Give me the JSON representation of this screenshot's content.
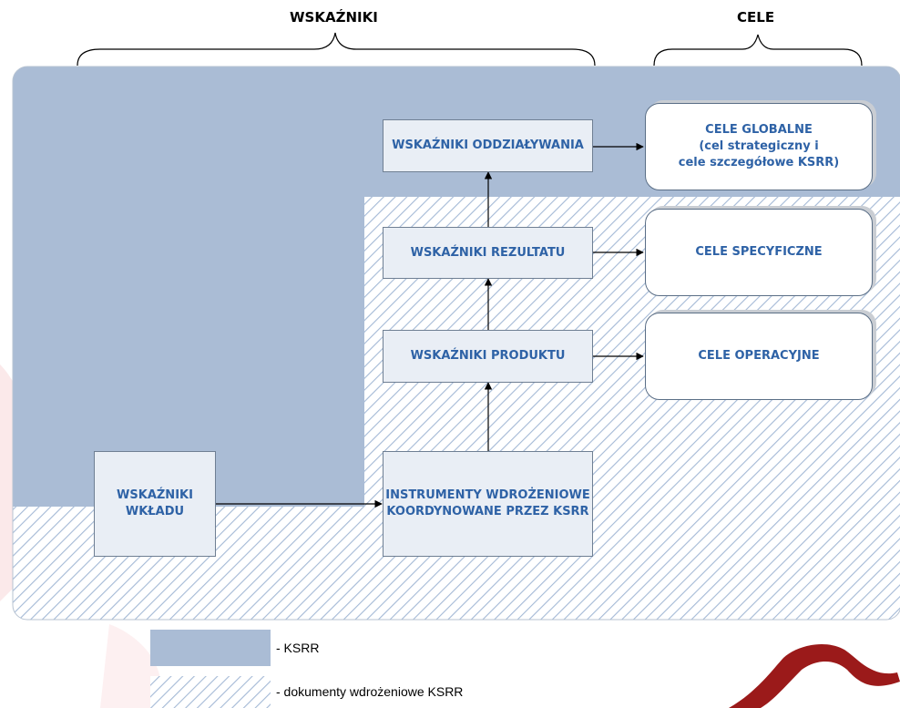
{
  "headers": {
    "indicators": "WSKAŹNIKI",
    "goals": "CELE"
  },
  "indicators": {
    "impact": "WSKAŹNIKI ODDZIAŁYWANIA",
    "result": "WSKAŹNIKI REZULTATU",
    "product": "WSKAŹNIKI PRODUKTU",
    "instruments_line1": "INSTRUMENTY WDROŻENIOWE",
    "instruments_line2": "KOORDYNOWANE PRZEZ KSRR",
    "input_line1": "WSKAŹNIKI",
    "input_line2": "WKŁADU"
  },
  "goals": {
    "global_line1": "CELE GLOBALNE",
    "global_line2": "(cel strategiczny i",
    "global_line3": "cele szczegółowe KSRR)",
    "specific": "CELE SPECYFICZNE",
    "operational": "CELE OPERACYJNE"
  },
  "legend": {
    "ksrr": "- KSRR",
    "documents": "- dokumenty wdrożeniowe KSRR"
  },
  "colors": {
    "ksrr_fill": "#aabcd5",
    "hatch_line": "#a4b9d6",
    "box_text": "#2e62a6",
    "decoration_red": "#9b1a1a"
  }
}
